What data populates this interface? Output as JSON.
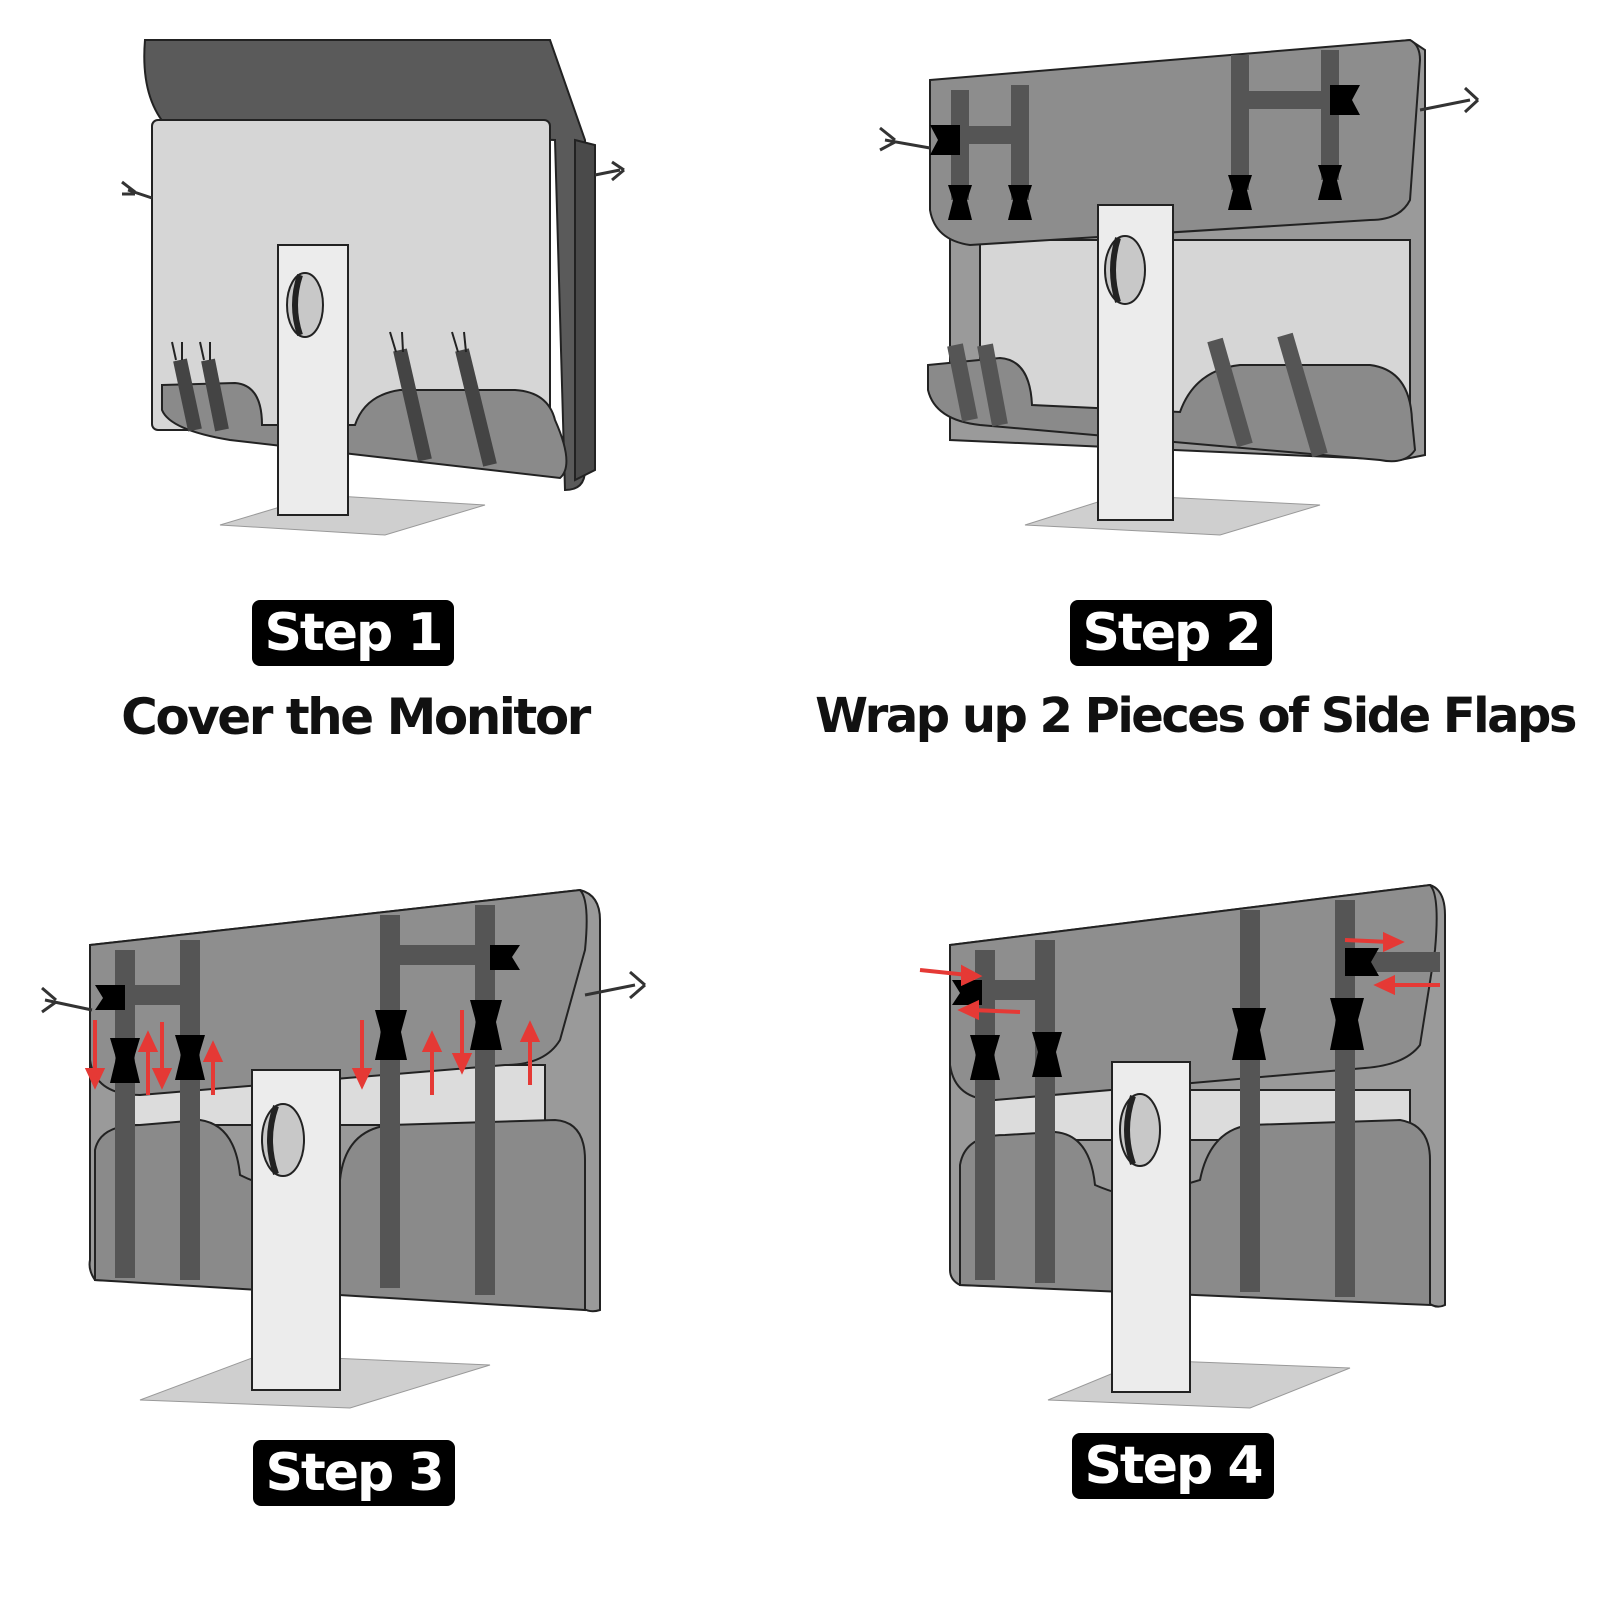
{
  "steps": [
    {
      "badge": "Step 1",
      "caption": "Cover the Monitor"
    },
    {
      "badge": "Step 2",
      "caption": "Wrap up 2 Pieces of Side Flaps"
    },
    {
      "badge": "Step 3",
      "caption": ""
    },
    {
      "badge": "Step 4",
      "caption": ""
    }
  ],
  "colors": {
    "cover": "#8c8c8c",
    "cover_dark": "#5e5e5e",
    "strap": "#555555",
    "screen": "#cfcfcf",
    "stand": "#e9e9e9",
    "buckle": "#000000",
    "arrow": "#e53935"
  }
}
